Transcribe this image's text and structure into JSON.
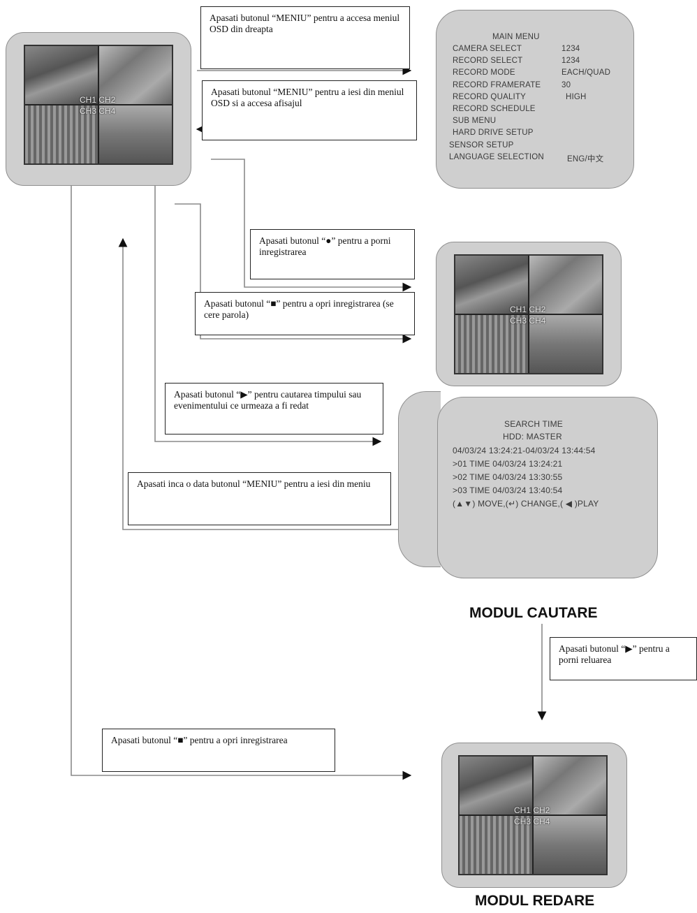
{
  "channel_labels": {
    "top": "CH1  CH2",
    "bottom": "CH3  CH4"
  },
  "notes": {
    "menu_open": "Apasati butonul “MENIU” pentru a accesa meniul OSD din dreapta",
    "menu_exit": "Apasati butonul “MENIU” pentru a iesi din meniul OSD si a accesa afisajul",
    "record_start": "Apasati butonul “●” pentru a porni inregistrarea",
    "record_stop": "Apasati butonul “■” pentru a opri inregistrarea (se cere parola)",
    "search": "Apasati butonul “▶” pentru cautarea timpului sau evenimentului ce urmeaza a fi redat",
    "menu_again": "Apasati inca o data butonul “MENIU” pentru a iesi din meniu",
    "playback_start": "Apasati butonul “▶” pentru a porni reluarea",
    "playback_stop": "Apasati butonul “■” pentru a opri inregistrarea"
  },
  "main_menu": {
    "title": "MAIN MENU",
    "items": [
      {
        "label": "CAMERA SELECT",
        "value": "1234"
      },
      {
        "label": "RECORD SELECT",
        "value": "1234"
      },
      {
        "label": "RECORD MODE",
        "value": "EACH/QUAD"
      },
      {
        "label": "RECORD FRAMERATE",
        "value": "30"
      },
      {
        "label": "RECORD QUALITY",
        "value": "HIGH"
      },
      {
        "label": "RECORD SCHEDULE",
        "value": ""
      },
      {
        "label": "SUB MENU",
        "value": ""
      },
      {
        "label": "HARD DRIVE SETUP",
        "value": ""
      },
      {
        "label": "SENSOR SETUP",
        "value": ""
      },
      {
        "label": "LANGUAGE SELECTION",
        "value": "ENG/中文"
      }
    ]
  },
  "search_screen": {
    "title": "SEARCH TIME",
    "hdd": "HDD: MASTER",
    "range": "04/03/24 13:24:21-04/03/24 13:44:54",
    "entries": [
      ">01 TIME 04/03/24 13:24:21",
      ">02 TIME 04/03/24 13:30:55",
      ">03 TIME 04/03/24 13:40:54"
    ],
    "help": "(▲▼) MOVE,(↵) CHANGE,( ◀ )PLAY"
  },
  "modes": {
    "search": "MODUL CAUTARE",
    "playback": "MODUL REDARE"
  }
}
